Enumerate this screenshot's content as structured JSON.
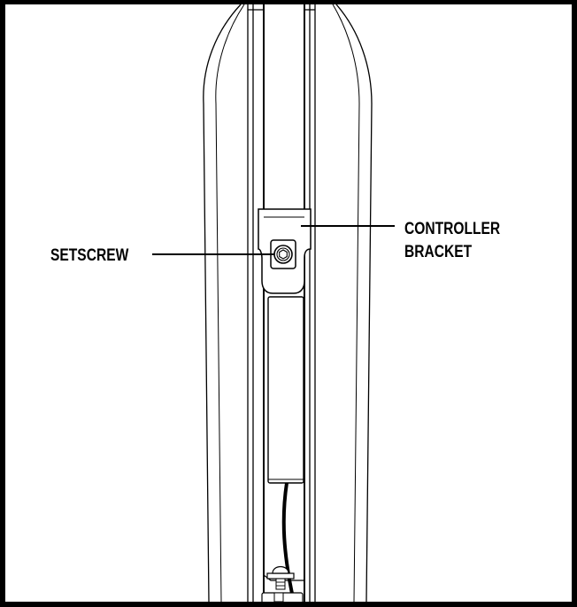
{
  "callouts": {
    "setscrew": "SETSCREW",
    "controller_bracket": {
      "line1": "CONTROLLER",
      "line2": "BRACKET"
    }
  },
  "colors": {
    "ink": "#000000",
    "paper": "#ffffff",
    "frame": "#000000"
  }
}
